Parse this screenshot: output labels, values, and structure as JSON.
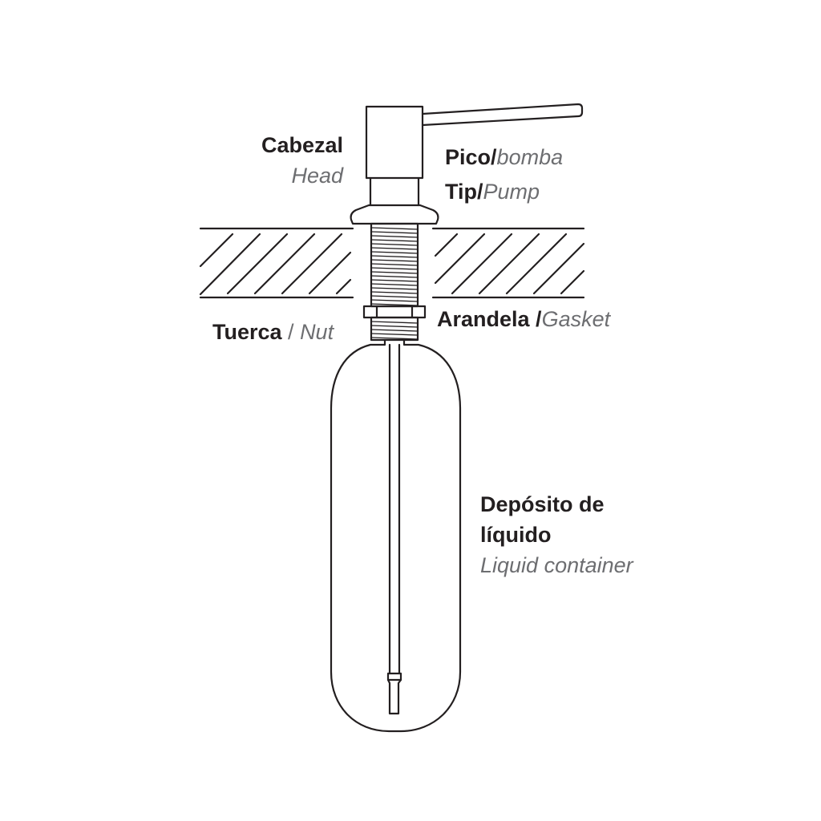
{
  "labels": {
    "head": {
      "es": "Cabezal",
      "en": "Head"
    },
    "tip": {
      "es": "Pico",
      "sep": "/",
      "en": "bomba"
    },
    "pump": {
      "es": "Tip",
      "sep": "/",
      "en": "Pump"
    },
    "gasket": {
      "es": "Arandela ",
      "sep": "/",
      "en": "Gasket"
    },
    "nut": {
      "es": "Tuerca ",
      "sep": "/ ",
      "en": "Nut"
    },
    "container": {
      "es_line1": "Depósito de",
      "es_line2": "líquido",
      "en": "Liquid container"
    }
  },
  "colors": {
    "stroke": "#231f20",
    "label_primary": "#231f20",
    "label_secondary": "#6d6e71",
    "background": "#ffffff"
  }
}
